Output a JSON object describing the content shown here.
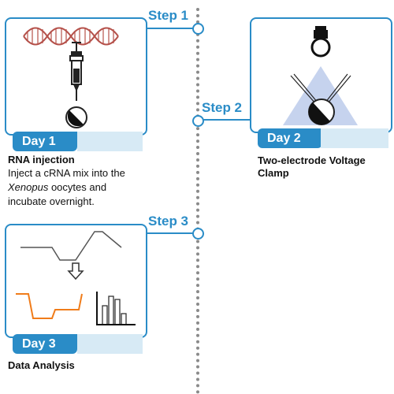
{
  "steps": [
    {
      "label": "Step 1",
      "day": "Day 1",
      "title": "RNA injection",
      "desc_line1": "Inject a cRNA mix into the",
      "desc_line2_italic": "Xenopus",
      "desc_line2_rest": " oocytes and",
      "desc_line3": "incubate overnight."
    },
    {
      "label": "Step 2",
      "day": "Day 2",
      "title_line1": "Two-electrode Voltage",
      "title_line2": "Clamp"
    },
    {
      "label": "Step 3",
      "day": "Day 3",
      "title": "Data Analysis"
    }
  ],
  "icons": {
    "dna": "dna-helix-icon",
    "syringe": "syringe-icon",
    "oocyte": "oocyte-icon",
    "lightbulb": "lightbulb-icon",
    "electrodes": "electrodes-icon",
    "voltage_trace": "voltage-step-trace-icon",
    "down_arrow": "down-arrow-icon",
    "current_trace": "current-trace-icon",
    "histogram": "histogram-icon"
  },
  "colors": {
    "accent": "#2a8cc7",
    "dna": "#b5514a",
    "current_trace": "#f07c1a",
    "light_cone": "#c6d3ee",
    "timeline": "#8a8a8a"
  }
}
